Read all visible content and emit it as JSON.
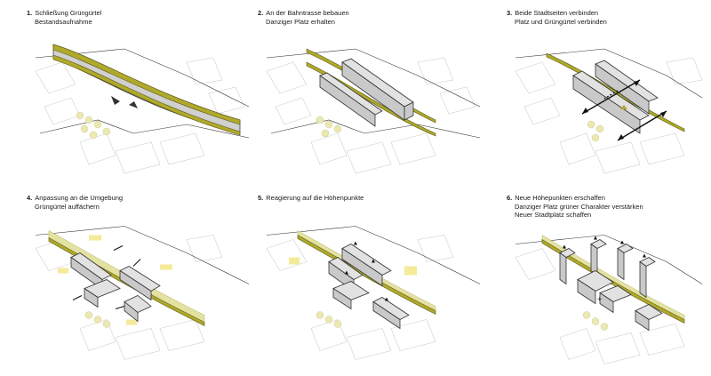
{
  "panels": [
    {
      "num": "1.",
      "line1": "Schließung Grüngürtel",
      "line2": "Bestandsaufnahme",
      "line3": ""
    },
    {
      "num": "2.",
      "line1": "An der Bahntrasse bebauen",
      "line2": "Danziger Platz erhalten",
      "line3": ""
    },
    {
      "num": "3.",
      "line1": "Beide Stadtseiten verbinden",
      "line2": "Platz und Grüngürtel verbinden",
      "line3": ""
    },
    {
      "num": "4.",
      "line1": "Anpassung an die Umgebung",
      "line2": "Grüngürtel auffächern",
      "line3": ""
    },
    {
      "num": "5.",
      "line1": "Reagierung auf die Höhenpunkte",
      "line2": "",
      "line3": ""
    },
    {
      "num": "6.",
      "line1": "Neue Höhepunkten erschaffen",
      "line2": "Danziger Platz grüner Charakter verstärken",
      "line3": "Neuer Stadtplatz schaffen"
    }
  ],
  "colors": {
    "green_belt": "#b0a92a",
    "light_green": "#e4e2a0",
    "yellow_area": "#f4ea9a",
    "building_volume": "#c9c9c9",
    "rail_track": "#d0d0d0"
  }
}
